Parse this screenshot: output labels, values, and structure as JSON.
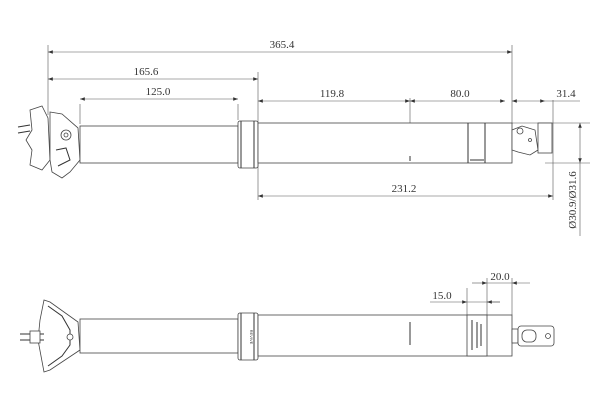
{
  "title": "Dropper seatpost dimension drawing",
  "dimensions": {
    "overall_length": "365.4",
    "head_to_collar": "165.6",
    "travel": "125.0",
    "lower_tube_1": "119.8",
    "lower_tube_2": "80.0",
    "actuator": "31.4",
    "insertion": "231.2",
    "diameter": "Ø30.9/Ø31.6",
    "label_offset": "15.0",
    "label_width": "20.0"
  },
  "markings": {
    "collar_brand": "REVIVE"
  }
}
